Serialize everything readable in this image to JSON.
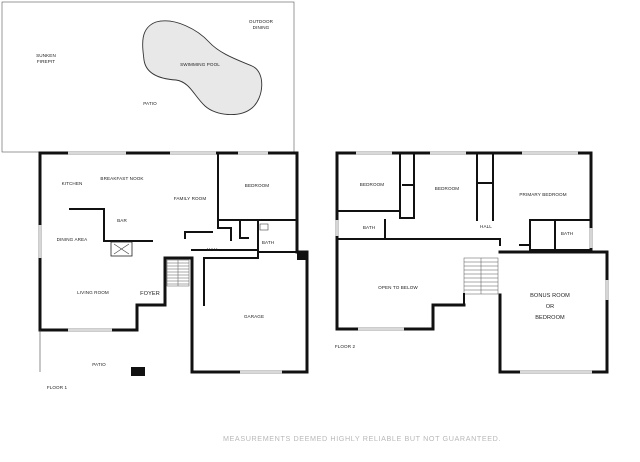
{
  "labels": {
    "outdoor_dining": "OUTDOOR\nDINING",
    "sunken_firepit": "SUNKEN\nFIREPIT",
    "swimming_pool": "SWIMMING POOL",
    "patio_top": "PATIO",
    "kitchen": "KITCHEN",
    "breakfast_nook": "BREAKFAST NOOK",
    "family_room": "FAMILY ROOM",
    "bedroom_f1": "BEDROOM",
    "bar": "BAR",
    "dining_area": "DINING AREA",
    "hall_f1": "HALL",
    "bath_f1": "BATH",
    "living_room": "LIVING ROOM",
    "foyer": "FOYER",
    "garage": "GARAGE",
    "patio_bottom": "PATIO",
    "floor_1": "FLOOR 1",
    "bedroom_f2_left": "BEDROOM",
    "bedroom_f2_mid": "BEDROOM",
    "primary_bedroom": "PRIMARY BEDROOM",
    "bath_f2_left": "BATH",
    "hall_f2": "HALL",
    "bath_f2_right": "BATH",
    "open_to_below": "OPEN TO BELOW",
    "bonus_room": "BONUS ROOM\nOR\nBEDROOM",
    "floor_2": "FLOOR 2"
  },
  "disclaimer": "MEASUREMENTS DEEMED HIGHLY RELIABLE BUT NOT GUARANTEED."
}
